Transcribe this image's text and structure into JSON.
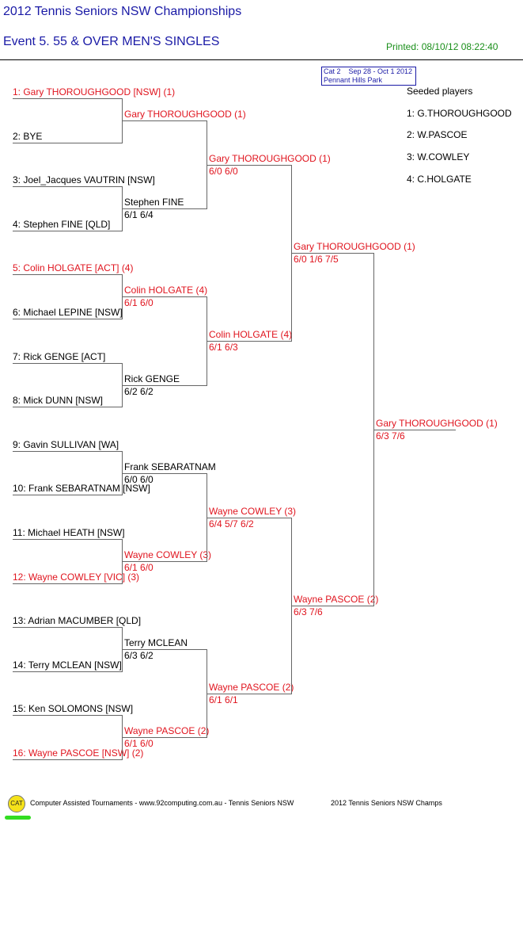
{
  "header": {
    "title": "2012 Tennis Seniors NSW Championships",
    "event": "Event 5. 55 & OVER MEN'S SINGLES",
    "printed": "Printed: 08/10/12 08:22:40"
  },
  "info_box": {
    "line1": "Cat 2    Sep 28 - Oct 1 2012",
    "line2": "Pennant Hills Park"
  },
  "seeds": {
    "title": "Seeded players",
    "items": [
      "1: G.THOROUGHGOOD",
      "2: W.PASCOE",
      "3: W.COWLEY",
      "4: C.HOLGATE"
    ]
  },
  "round1": [
    {
      "text": "1: Gary THOROUGHGOOD [NSW] (1)",
      "red": true
    },
    {
      "text": "2: BYE",
      "red": false
    },
    {
      "text": "3: Joel_Jacques VAUTRIN [NSW]",
      "red": false
    },
    {
      "text": "4: Stephen FINE [QLD]",
      "red": false
    },
    {
      "text": "5: Colin HOLGATE [ACT] (4)",
      "red": true
    },
    {
      "text": "6: Michael LEPINE [NSW]",
      "red": false
    },
    {
      "text": "7: Rick GENGE [ACT]",
      "red": false
    },
    {
      "text": "8: Mick DUNN [NSW]",
      "red": false
    },
    {
      "text": "9: Gavin SULLIVAN [WA]",
      "red": false
    },
    {
      "text": "10: Frank SEBARATNAM [NSW]",
      "red": false
    },
    {
      "text": "11: Michael HEATH [NSW]",
      "red": false
    },
    {
      "text": "12: Wayne COWLEY [VIC] (3)",
      "red": true
    },
    {
      "text": "13: Adrian MACUMBER [QLD]",
      "red": false
    },
    {
      "text": "14: Terry MCLEAN [NSW]",
      "red": false
    },
    {
      "text": "15: Ken SOLOMONS [NSW]",
      "red": false
    },
    {
      "text": "16: Wayne PASCOE [NSW] (2)",
      "red": true
    }
  ],
  "round2": [
    {
      "name": "Gary THOROUGHGOOD (1)",
      "score": "",
      "red": true
    },
    {
      "name": "Stephen FINE",
      "score": "6/1 6/4",
      "red": false
    },
    {
      "name": "Colin HOLGATE (4)",
      "score": "6/1 6/0",
      "red": true
    },
    {
      "name": "Rick GENGE",
      "score": "6/2 6/2",
      "red": false
    },
    {
      "name": "Frank SEBARATNAM",
      "score": "6/0 6/0",
      "red": false
    },
    {
      "name": "Wayne COWLEY (3)",
      "score": "6/1 6/0",
      "red": true
    },
    {
      "name": "Terry MCLEAN",
      "score": "6/3 6/2",
      "red": false
    },
    {
      "name": "Wayne PASCOE (2)",
      "score": "6/1 6/0",
      "red": true
    }
  ],
  "round3": [
    {
      "name": "Gary THOROUGHGOOD (1)",
      "score": "6/0 6/0",
      "red": true
    },
    {
      "name": "Colin HOLGATE (4)",
      "score": "6/1 6/3",
      "red": true
    },
    {
      "name": "Wayne COWLEY (3)",
      "score": "6/4 5/7 6/2",
      "red": true
    },
    {
      "name": "Wayne PASCOE (2)",
      "score": "6/1 6/1",
      "red": true
    }
  ],
  "round4": [
    {
      "name": "Gary THOROUGHGOOD (1)",
      "score": "6/0 1/6 7/5",
      "red": true
    },
    {
      "name": "Wayne PASCOE (2)",
      "score": "6/3 7/6",
      "red": true
    }
  ],
  "final": {
    "name": "Gary THOROUGHGOOD (1)",
    "score": "6/3 7/6",
    "red": true
  },
  "footer": {
    "logo": "CAT",
    "credit": "Computer Assisted Tournaments - www.92computing.com.au -  Tennis Seniors NSW",
    "event": "2012 Tennis Seniors NSW Champs"
  }
}
